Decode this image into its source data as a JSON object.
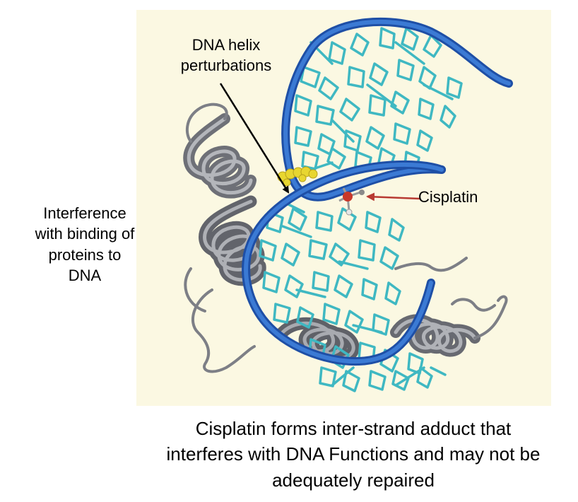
{
  "figure": {
    "labels": {
      "helix_perturbations": [
        "DNA helix",
        "perturbations"
      ],
      "cisplatin": "Cisplatin",
      "interference": [
        "Interference",
        "with binding of",
        "proteins to",
        "DNA"
      ]
    },
    "caption": [
      "Cisplatin forms inter-strand adduct that",
      "interferes with DNA Functions and may not be",
      "adequately repaired"
    ],
    "colors": {
      "background": "#fbf8e2",
      "dna_backbone": "#2660c0",
      "dna_bases": "#3fb8c2",
      "protein_ribbon": "#7d7f86",
      "drug_yellow": "#e8d630",
      "platinum_red": "#c8382a",
      "cisplatin_arrow": "#b83a32",
      "helix_arrow": "#000000"
    }
  }
}
